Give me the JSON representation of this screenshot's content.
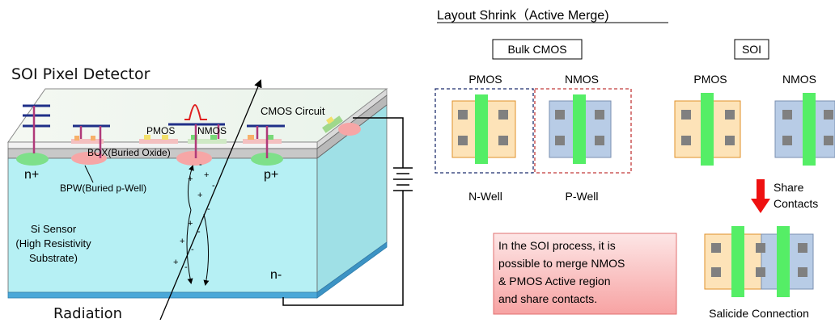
{
  "left_diagram": {
    "title": "SOI Pixel Detector",
    "cmos_circuit": "CMOS Circuit",
    "pmos": "PMOS",
    "nmos": "NMOS",
    "box": "BOX(Buried Oxide)",
    "n_plus": "n+",
    "p_plus": "p+",
    "bpw": "BPW(Buried p-Well)",
    "si_sensor": [
      "Si Sensor",
      "(High Resistivity",
      "Substrate)"
    ],
    "n_minus": "n-",
    "radiation": "Radiation",
    "charges": [
      "+",
      "-",
      "+",
      "-",
      "+",
      "-",
      "+",
      "-",
      "+",
      "-",
      "+",
      "-"
    ]
  },
  "right_diagram": {
    "title": "Layout Shrink（Active Merge)",
    "bulk_cmos": "Bulk CMOS",
    "soi": "SOI",
    "pmos": "PMOS",
    "nmos": "NMOS",
    "n_well": "N-Well",
    "p_well": "P-Well",
    "share_contacts": [
      "Share",
      "Contacts"
    ],
    "note": [
      "In the SOI process, it is",
      "possible to merge NMOS",
      "& PMOS Active region",
      "and share contacts."
    ],
    "salicide": "Salicide Connection"
  },
  "colors": {
    "sensor_cyan": "#b6f0f4",
    "side_cyan": "#9fe0e6",
    "pmos_fill": "#fde3b8",
    "nmos_fill": "#b8cce6",
    "gate_green": "#55ee66",
    "contact_gray": "#808080",
    "arrow_red": "#ee1111",
    "note_bg": "#f9b7b7"
  }
}
